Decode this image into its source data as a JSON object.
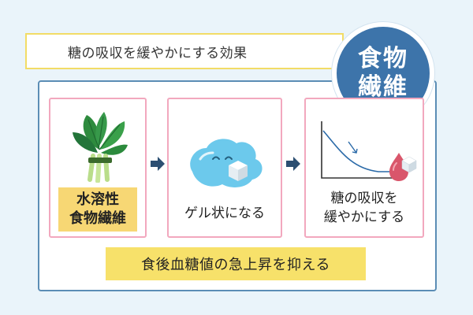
{
  "title": "糖の吸収を緩やかにする効果",
  "badge": {
    "line1": "食物",
    "line2": "繊維"
  },
  "steps": [
    {
      "label_line1": "水溶性",
      "label_line2": "食物繊維",
      "icon": "spinach-icon"
    },
    {
      "label": "ゲル状になる",
      "icon": "gel-blob-icon"
    },
    {
      "label_line1": "糖の吸収を",
      "label_line2": "緩やかにする",
      "icon": "declining-curve-graph-icon"
    }
  ],
  "result": "食後血糖値の急上昇を抑える",
  "colors": {
    "background": "#eaf4fa",
    "panel_border": "#5b8db5",
    "badge": "#3d74aa",
    "card_border": "#f2a8be",
    "highlight_yellow": "#f7d774",
    "title_border": "#f2dc66",
    "arrow": "#2c4f72"
  }
}
